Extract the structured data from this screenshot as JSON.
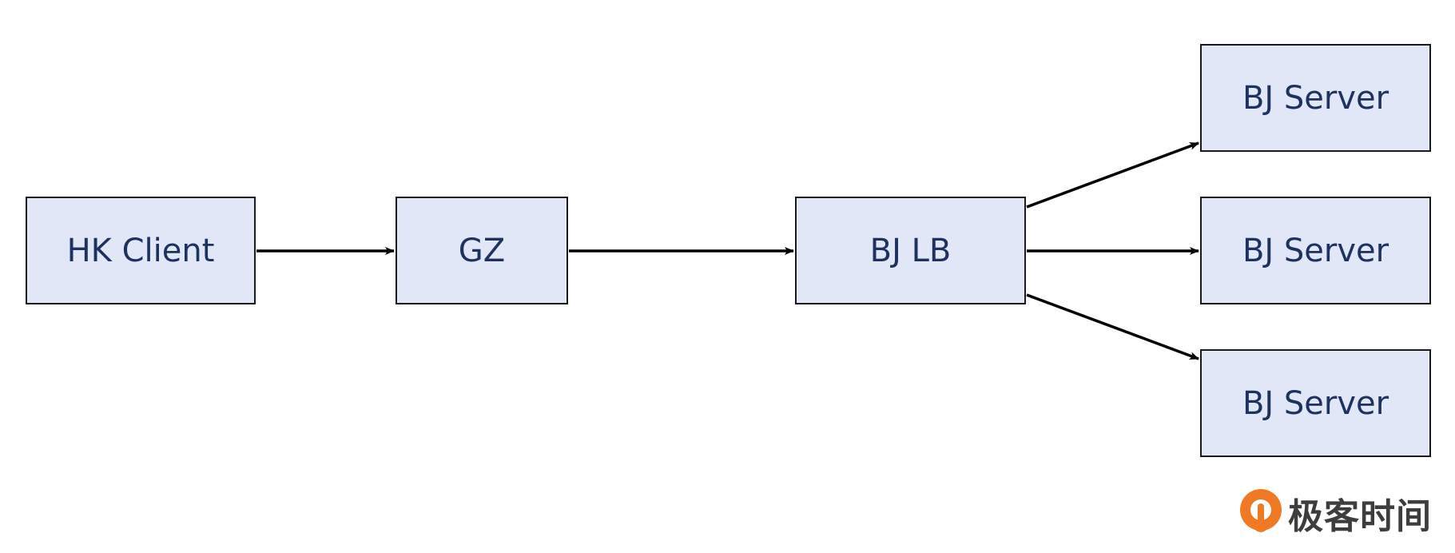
{
  "nodes": {
    "client": {
      "label": "HK Client"
    },
    "gz": {
      "label": "GZ"
    },
    "lb": {
      "label": "BJ LB"
    },
    "server_top": {
      "label": "BJ Server"
    },
    "server_middle": {
      "label": "BJ Server"
    },
    "server_bottom": {
      "label": "BJ Server"
    }
  },
  "edges": [
    {
      "from": "HK Client",
      "to": "GZ"
    },
    {
      "from": "GZ",
      "to": "BJ LB"
    },
    {
      "from": "BJ LB",
      "to": "BJ Server (top)"
    },
    {
      "from": "BJ LB",
      "to": "BJ Server (middle)"
    },
    {
      "from": "BJ LB",
      "to": "BJ Server (bottom)"
    }
  ],
  "watermark": {
    "text": "极客时间",
    "icon": "geektime-logo-icon"
  },
  "colors": {
    "node_fill": "#e1e7f7",
    "node_border": "#1a1a1a",
    "label_text": "#1e3260",
    "edge": "#000000",
    "logo_orange": "#f07a24"
  }
}
